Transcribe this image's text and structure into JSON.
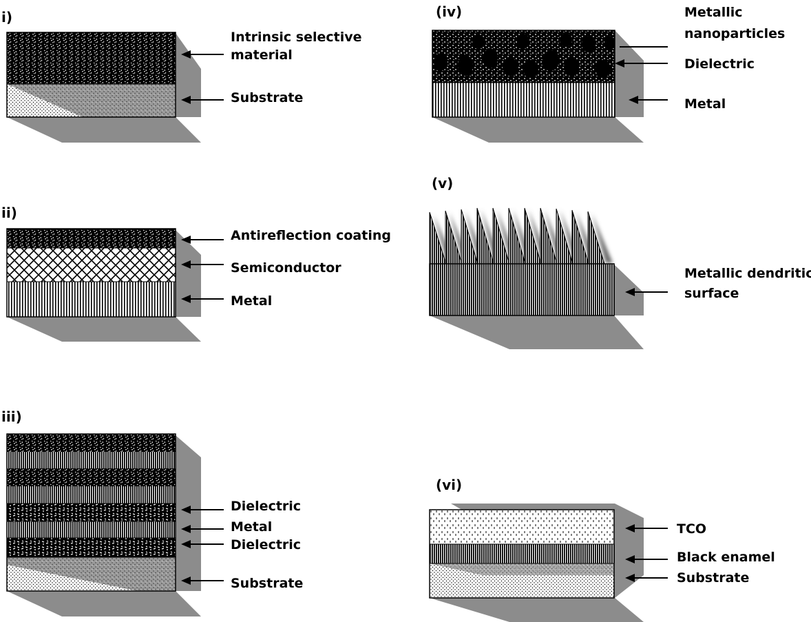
{
  "colors": {
    "shadow": "#8c8c8c",
    "ink": "#000000",
    "paper": "#ffffff"
  },
  "panels": [
    {
      "id": "i",
      "label": "i)",
      "structure": [
        "intrinsic selective material",
        "substrate"
      ],
      "labels": [
        "Intrinsic selective",
        "material",
        "Substrate"
      ]
    },
    {
      "id": "ii",
      "label": "ii)",
      "structure": [
        "antireflection coating",
        "semiconductor",
        "metal"
      ],
      "labels": [
        "Antireflection coating",
        "Semiconductor",
        "Metal"
      ]
    },
    {
      "id": "iii",
      "label": "iii)",
      "structure": [
        "multilayer stack",
        "dielectric",
        "metal",
        "dielectric",
        "substrate"
      ],
      "labels": [
        "Dielectric",
        "Metal",
        "Dielectric",
        "Substrate"
      ]
    },
    {
      "id": "iv",
      "label": "(iv)",
      "structure": [
        "metallic nanoparticles in dielectric",
        "metal"
      ],
      "labels": [
        "Metallic",
        "nanoparticles",
        "Dielectric",
        "Metal"
      ]
    },
    {
      "id": "v",
      "label": "(v)",
      "structure": [
        "dendrites",
        "metal"
      ],
      "labels": [
        "Metallic dendritic",
        "surface"
      ]
    },
    {
      "id": "vi",
      "label": "(vi)",
      "structure": [
        "tco",
        "black enamel",
        "substrate"
      ],
      "labels": [
        "TCO",
        "Black enamel",
        "Substrate"
      ]
    }
  ]
}
